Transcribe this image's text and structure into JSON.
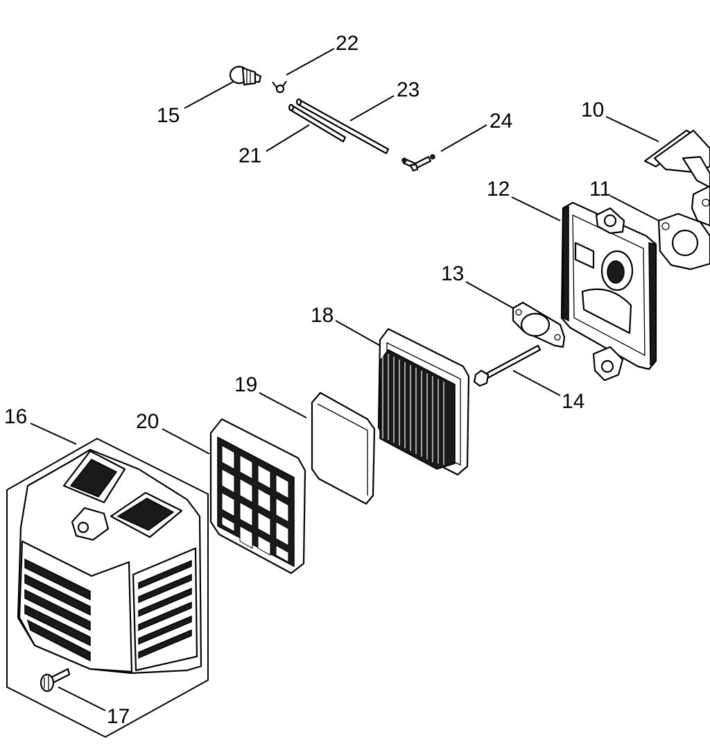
{
  "diagram": {
    "labels": {
      "p10": "10",
      "p11": "11",
      "p12": "12",
      "p13": "13",
      "p14": "14",
      "p15": "15",
      "p16": "16",
      "p17": "17",
      "p18": "18",
      "p19": "19",
      "p20": "20",
      "p21": "21",
      "p22": "22",
      "p23": "23",
      "p24": "24"
    }
  }
}
